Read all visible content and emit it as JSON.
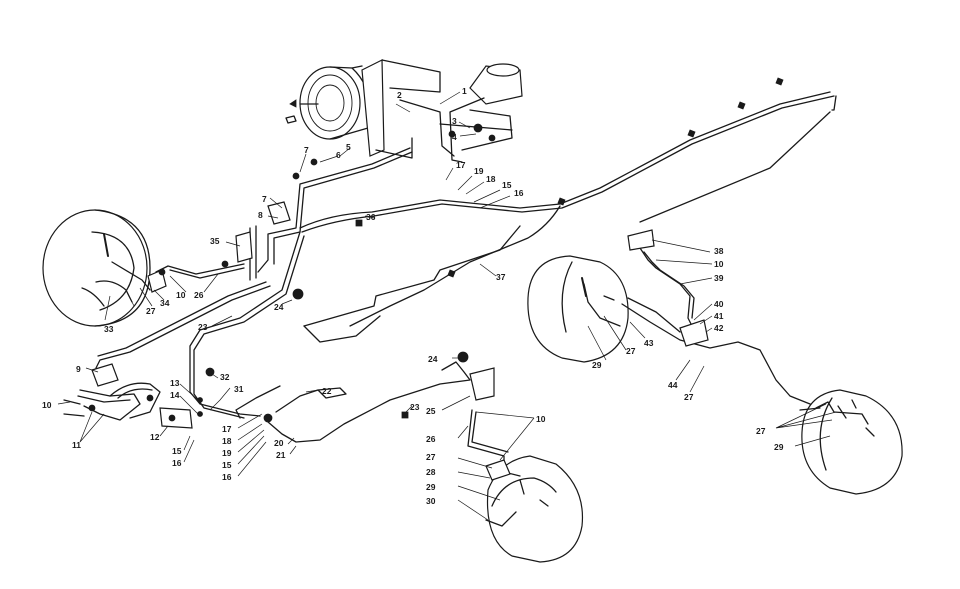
{
  "diagram": {
    "callouts": [
      {
        "id": "c1",
        "text": "1"
      },
      {
        "id": "c2",
        "text": "2"
      },
      {
        "id": "c3",
        "text": "3"
      },
      {
        "id": "c4",
        "text": "4"
      },
      {
        "id": "c5",
        "text": "5"
      },
      {
        "id": "c6",
        "text": "6"
      },
      {
        "id": "c7a",
        "text": "7"
      },
      {
        "id": "c7b",
        "text": "7"
      },
      {
        "id": "c8",
        "text": "8"
      },
      {
        "id": "c35",
        "text": "35"
      },
      {
        "id": "c36",
        "text": "36"
      },
      {
        "id": "c17a",
        "text": "17"
      },
      {
        "id": "c19a",
        "text": "19"
      },
      {
        "id": "c18a",
        "text": "18"
      },
      {
        "id": "c15a",
        "text": "15"
      },
      {
        "id": "c16a",
        "text": "16"
      },
      {
        "id": "c37",
        "text": "37"
      },
      {
        "id": "c38",
        "text": "38"
      },
      {
        "id": "c10a",
        "text": "10"
      },
      {
        "id": "c39",
        "text": "39"
      },
      {
        "id": "c40",
        "text": "40"
      },
      {
        "id": "c41",
        "text": "41"
      },
      {
        "id": "c42",
        "text": "42"
      },
      {
        "id": "c43",
        "text": "43"
      },
      {
        "id": "c44",
        "text": "44"
      },
      {
        "id": "c27a",
        "text": "27"
      },
      {
        "id": "c27b",
        "text": "27"
      },
      {
        "id": "c27c",
        "text": "27"
      },
      {
        "id": "c29a",
        "text": "29"
      },
      {
        "id": "c29b",
        "text": "29"
      },
      {
        "id": "c30a",
        "text": "30"
      },
      {
        "id": "c33",
        "text": "33"
      },
      {
        "id": "c27d",
        "text": "27"
      },
      {
        "id": "c34",
        "text": "34"
      },
      {
        "id": "c10b",
        "text": "10"
      },
      {
        "id": "c26a",
        "text": "26"
      },
      {
        "id": "c24a",
        "text": "24"
      },
      {
        "id": "c23a",
        "text": "23"
      },
      {
        "id": "c9",
        "text": "9"
      },
      {
        "id": "c10c",
        "text": "10"
      },
      {
        "id": "c11",
        "text": "11"
      },
      {
        "id": "c12",
        "text": "12"
      },
      {
        "id": "c13",
        "text": "13"
      },
      {
        "id": "c14",
        "text": "14"
      },
      {
        "id": "c15b",
        "text": "15"
      },
      {
        "id": "c16b",
        "text": "16"
      },
      {
        "id": "c32",
        "text": "32"
      },
      {
        "id": "c31",
        "text": "31"
      },
      {
        "id": "c17b",
        "text": "17"
      },
      {
        "id": "c18b",
        "text": "18"
      },
      {
        "id": "c19b",
        "text": "19"
      },
      {
        "id": "c15c",
        "text": "15"
      },
      {
        "id": "c16c",
        "text": "16"
      },
      {
        "id": "c20",
        "text": "20"
      },
      {
        "id": "c21",
        "text": "21"
      },
      {
        "id": "c22",
        "text": "22"
      },
      {
        "id": "c23b",
        "text": "23"
      },
      {
        "id": "c24b",
        "text": "24"
      },
      {
        "id": "c25",
        "text": "25"
      },
      {
        "id": "c10d",
        "text": "10"
      },
      {
        "id": "c26b",
        "text": "26"
      },
      {
        "id": "c27e",
        "text": "27"
      },
      {
        "id": "c28",
        "text": "28"
      },
      {
        "id": "c29c",
        "text": "29"
      },
      {
        "id": "c30b",
        "text": "30"
      }
    ]
  }
}
